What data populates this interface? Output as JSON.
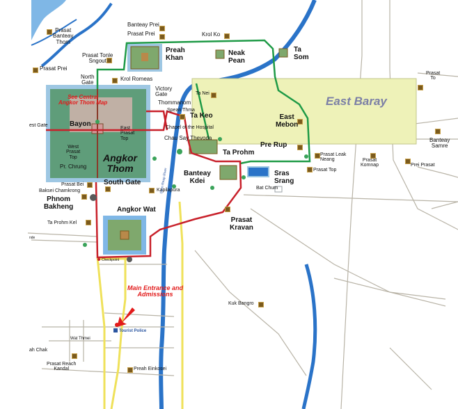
{
  "map": {
    "colors": {
      "river": "#2a73c8",
      "water": "#7fb7e6",
      "land": "#ffffff",
      "baray": "#eef2b8",
      "thom": "#5f9d7a",
      "green_route": "#1e9a46",
      "red_route": "#c8202a",
      "road": "#efe15a",
      "minor_road": "#b8b3a6"
    },
    "labels": {
      "banteay_prei": "Banteay Prei",
      "prasat_prei_top": "Prasat Prei",
      "prasat_banteay_thom": "Prasat\nBanteay\nThom",
      "krol_ko": "Krol Ko",
      "prasat_tonle_sngout": "Prasat Tonle\nSngout",
      "preah_khan": "Preah\nKhan",
      "neak_pean": "Neak\nPean",
      "ta_som": "Ta\nSom",
      "prasat_prei_left": "Prasat Prei",
      "north_gate": "North\nGate",
      "krol_romeas": "Krol Romeas",
      "victory_gate": "Victory\nGate",
      "thommanom": "Thommanom",
      "spean_thma": "Spean Thma",
      "ta_nei": "Ta Nei",
      "see_central": "See Central\nAngkor Thom Map",
      "east_baray": "East Baray",
      "prasat_to": "Prasat\nTo",
      "ta_keo": "Ta Keo",
      "chapel": "Chapel of the Hospital",
      "east_mebon": "East\nMebon",
      "east_gate": "est Gate",
      "bayon": "Bayon",
      "east_prasat_top": "East\nPrasat\nTop",
      "banteay_samre": "Banteay\nSamre",
      "chau_say": "Chau Say Thevoda",
      "pre_rup": "Pre Rup",
      "west_prasat_top": "West\nPrasat\nTop",
      "angkor_thom": "Angkor\nThom",
      "ta_prohm": "Ta Prohm",
      "prasat_leak_neang": "Prasat Leak\nNeang",
      "prasat_komnap": "Prasat\nKomnap",
      "prei_prasat": "Prei Prasat",
      "pr_chrung": "Pr. Chrung",
      "prasat_top": "Prasat Top",
      "banteay_kdei": "Banteay\nKdei",
      "sras_srang": "Sras\nSrang",
      "prasat_bei": "Prasat Bei",
      "south_gate": "South Gate",
      "bat_chum": "Bat Chum",
      "baksei": "Baksei Chamkrong",
      "phnom_bakheng": "Phnom\nBakheng",
      "kapilapura": "Kapilapura",
      "angkor_wat": "Angkor Wat",
      "prasat_kravan": "Prasat\nKravan",
      "ta_prohm_kel": "Ta Prohm Kel",
      "nde": "nde",
      "checkpoint": "Checkpoint",
      "siem_reap_river": "Siem Reap River",
      "main_entrance": "Main Entrance and\nAdmissions",
      "kuk_bangro": "Kuk Bangro",
      "tourist_police": "Tourist Police",
      "wat_thmei": "Wat Thmei",
      "ah_chak": "ah Chak",
      "prasat_reach_kandal": "Prasat Reach\nKandal",
      "preah_einkosei": "Preah Einkosei"
    }
  }
}
